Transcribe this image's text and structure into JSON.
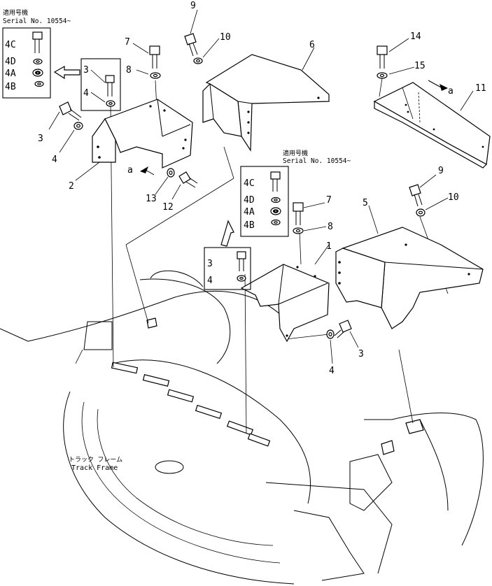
{
  "serial_note_1": {
    "jp": "適用号機",
    "en": "Serial No. 10554~"
  },
  "serial_note_2": {
    "jp": "適用号機",
    "en": "Serial No. 10554~"
  },
  "track_frame": {
    "jp": "トラック フレーム",
    "en": "Track Frame"
  },
  "view_marker": "a",
  "labels": {
    "l1": "1",
    "l2": "2",
    "l3a": "3",
    "l3b": "3",
    "l3c": "3",
    "l3d": "3",
    "l4a": "4",
    "l4b": "4",
    "l4c": "4",
    "l4d": "4",
    "l5": "5",
    "l6": "6",
    "l7a": "7",
    "l7b": "7",
    "l8a": "8",
    "l8b": "8",
    "l9a": "9",
    "l9b": "9",
    "l10a": "10",
    "l10b": "10",
    "l11": "11",
    "l12": "12",
    "l13": "13",
    "l14": "14",
    "l15": "15",
    "k4c1": "4C",
    "k4d1": "4D",
    "k4a1": "4A",
    "k4b1": "4B",
    "k4c2": "4C",
    "k4d2": "4D",
    "k4a2": "4A",
    "k4b2": "4B"
  }
}
